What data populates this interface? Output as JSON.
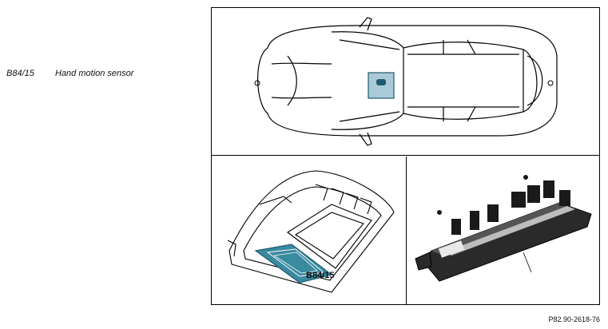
{
  "legend": {
    "code": "B84/15",
    "description": "Hand motion sensor"
  },
  "figure": {
    "callout_label": "B84/15",
    "reference": "P82.90-2618-76"
  },
  "colors": {
    "highlight": "#3a8aa0",
    "highlight_dark": "#1e5a73",
    "line": "#000000"
  }
}
